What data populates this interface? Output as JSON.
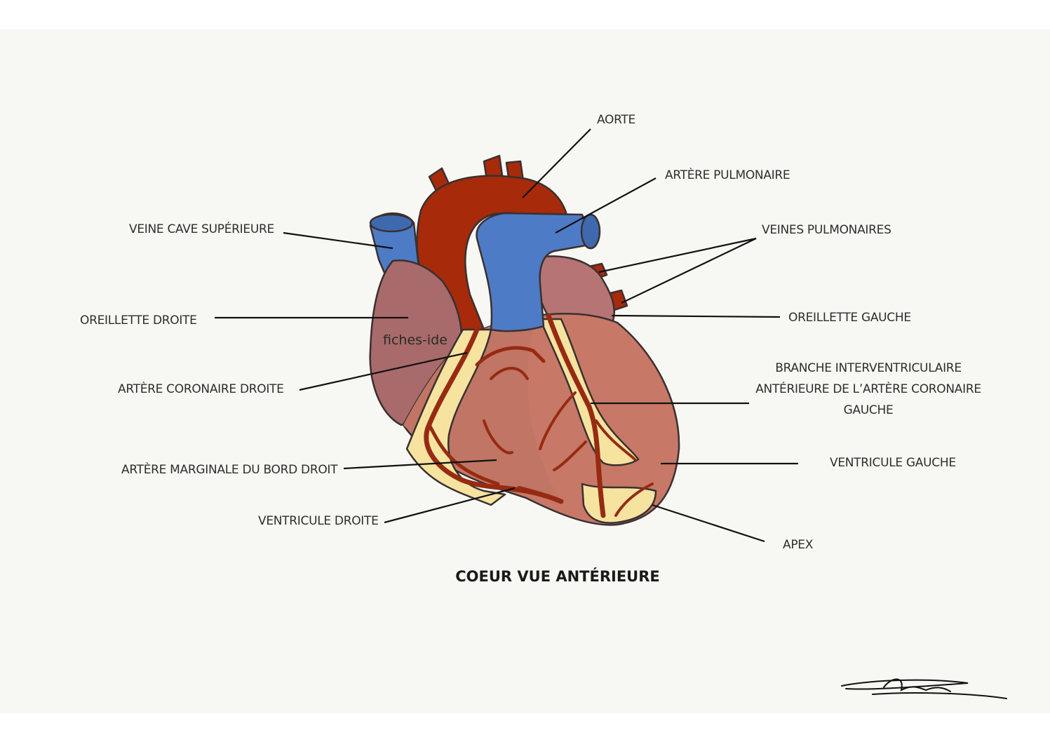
{
  "title": "COEUR VUE ANTÉRIEURE",
  "watermark": "fiches-ide",
  "labels": {
    "aorte": "AORTE",
    "artere_pulmonaire": "ARTÈRE PULMONAIRE",
    "veine_cave_superieure": "VEINE CAVE SUPÉRIEURE",
    "veines_pulmonaires": "VEINES PULMONAIRES",
    "oreillette_droite": "OREILLETTE DROITE",
    "oreillette_gauche": "OREILLETTE GAUCHE",
    "artere_coronaire_droite": "ARTÈRE CORONAIRE DROITE",
    "branche_iva_l1": "BRANCHE INTERVENTRICULAIRE",
    "branche_iva_l2": "ANTÉRIEURE DE L’ARTÈRE CORONAIRE",
    "branche_iva_l3": "GAUCHE",
    "artere_marginale": "ARTÈRE MARGINALE DU BORD DROIT",
    "ventricule_gauche": "VENTRICULE GAUCHE",
    "ventricule_droite": "VENTRICULE DROITE",
    "apex": "APEX"
  },
  "colors": {
    "artery_red": "#a72a0a",
    "vein_blue": "#4e7bc6",
    "right_atrium": "#a86a6a",
    "left_atrium": "#b67474",
    "ventricle": "#c87866",
    "fat_yellow": "#f7e3a0",
    "coronary": "#962b12",
    "outline": "#3a3030"
  }
}
